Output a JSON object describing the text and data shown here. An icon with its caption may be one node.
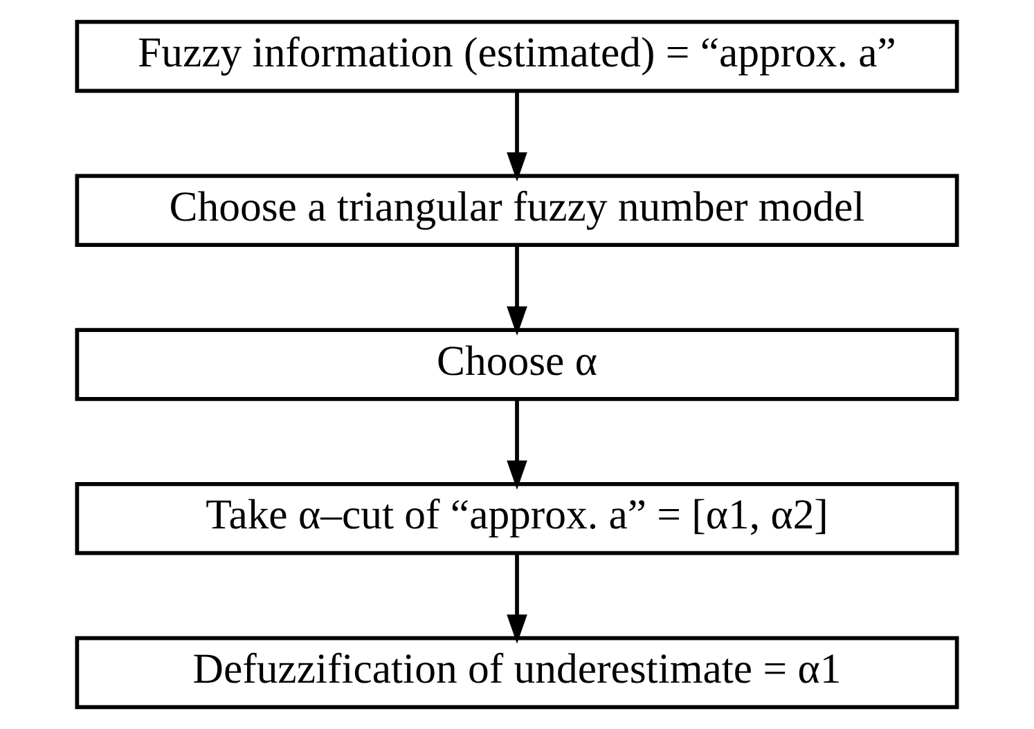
{
  "diagram": {
    "nodes": [
      {
        "text": [
          "Fuzzy information (estimated) = “approx. a”"
        ]
      },
      {
        "text": [
          "Choose a triangular fuzzy number model"
        ]
      },
      {
        "text": [
          "Choose α"
        ]
      },
      {
        "text": [
          "Take α–cut of “approx. a” = [α1, α2]"
        ]
      },
      {
        "text": [
          "Defuzzification of underestimate = α1"
        ]
      }
    ],
    "edges": [
      {
        "from": 0,
        "to": 1,
        "arrow": "to"
      },
      {
        "from": 1,
        "to": 2,
        "arrow": "to"
      },
      {
        "from": 2,
        "to": 3,
        "arrow": "to"
      },
      {
        "from": 3,
        "to": 4,
        "arrow": "to"
      }
    ]
  }
}
